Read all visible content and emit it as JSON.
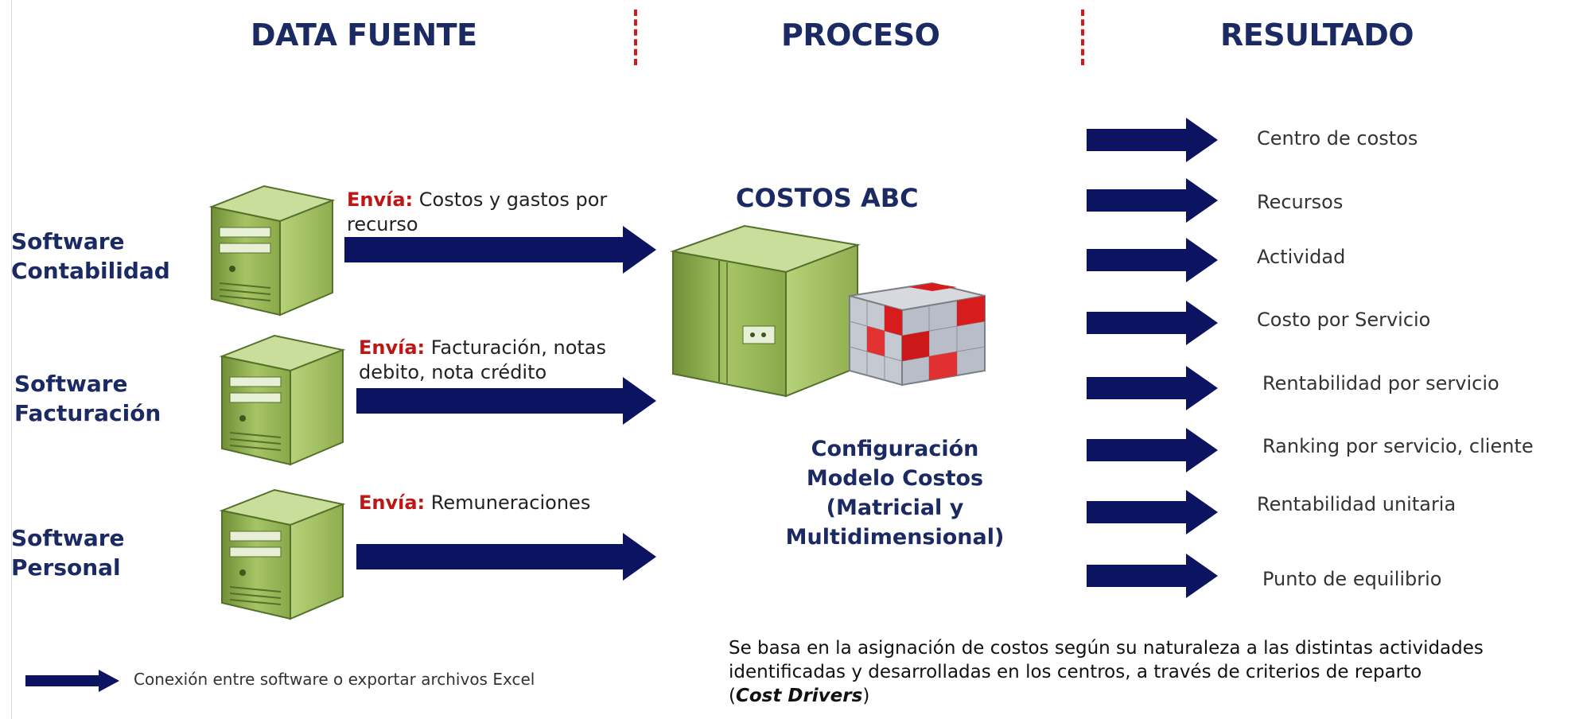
{
  "headers": {
    "data_fuente": "DATA FUENTE",
    "proceso": "PROCESO",
    "resultado": "RESULTADO"
  },
  "sources": [
    {
      "name_line1": "Software",
      "name_line2": "Contabilidad",
      "sends_keyword": "Envía:",
      "sends_line1": " Costos y gastos por",
      "sends_line2": "recurso"
    },
    {
      "name_line1": "Software",
      "name_line2": "Facturación",
      "sends_keyword": "Envía:",
      "sends_line1": " Facturación, notas",
      "sends_line2": "debito, nota crédito"
    },
    {
      "name_line1": "Software",
      "name_line2": "Personal",
      "sends_keyword": "Envía:",
      "sends_line1": " Remuneraciones",
      "sends_line2": ""
    }
  ],
  "process": {
    "title": "COSTOS ABC",
    "config_line1": "Configuración",
    "config_line2": "Modelo Costos",
    "config_line3": "(Matricial y",
    "config_line4": "Multidimensional)"
  },
  "results": [
    "Centro de costos",
    "Recursos",
    "Actividad",
    "Costo por Servicio",
    "Rentabilidad por servicio",
    "Ranking por servicio, cliente",
    "Rentabilidad unitaria",
    "Punto de equilibrio"
  ],
  "legend": {
    "text": "Conexión entre software o exportar archivos Excel"
  },
  "note": {
    "line1": "Se basa en la asignación de costos según su naturaleza a las distintas actividades",
    "line2": "identificadas  y desarrolladas en los centros, a través de criterios de reparto",
    "line3_open": "(",
    "line3_bold": "Cost Drivers",
    "line3_close": ")"
  },
  "colors": {
    "arrow": "#0c1360",
    "heading": "#1b2a63",
    "keyword": "#c01515",
    "divider": "#d11919",
    "server_body": "#9dbb5c"
  },
  "icons": {
    "server": "server-tower-icon",
    "cube": "multidimensional-cube-icon",
    "arrow": "right-arrow-icon"
  }
}
